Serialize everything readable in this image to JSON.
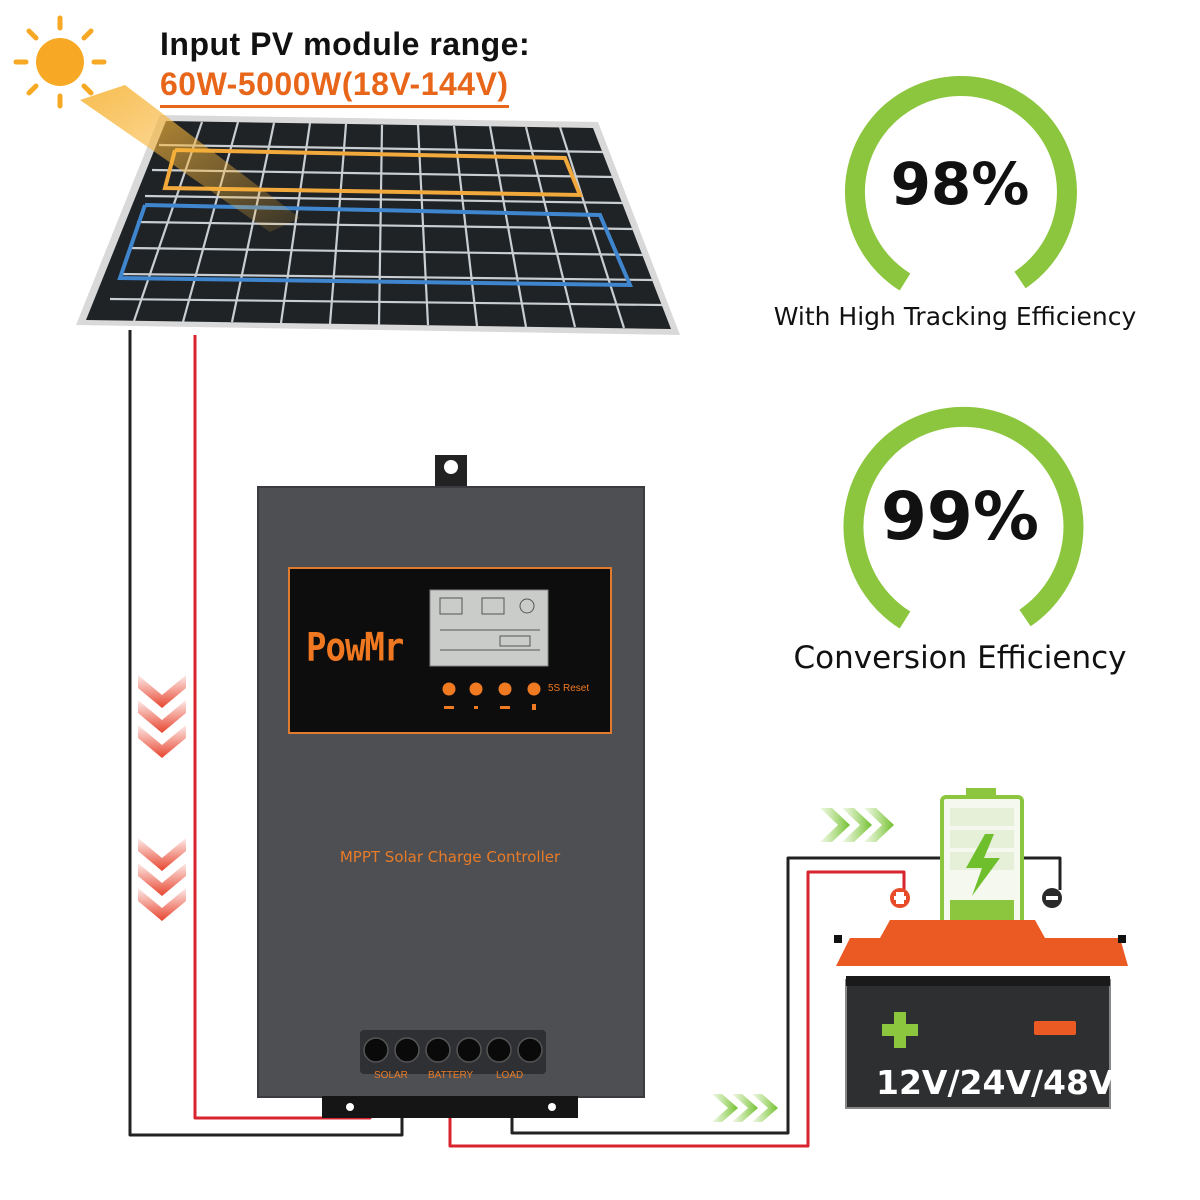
{
  "pv_input": {
    "title": "Input PV module range:",
    "range": "60W-5000W(18V-144V)"
  },
  "efficiency_badges": [
    {
      "value": "98%",
      "caption": "With High Tracking Efficiency"
    },
    {
      "value": "99%",
      "caption": "Conversion Efficiency"
    }
  ],
  "controller": {
    "brand": "PowMr",
    "name": "MPPT Solar Charge Controller",
    "reset_label": "5S Reset",
    "terminals": [
      "SOLAR",
      "BATTERY",
      "LOAD"
    ]
  },
  "battery": {
    "voltage_label": "12V/24V/48V"
  },
  "colors": {
    "accent_orange": "#f07820",
    "ring_green": "#8cc63f",
    "wire_red": "#d9232e",
    "battery_orange": "#ec5a24",
    "controller_gray": "#4d4f53"
  },
  "icons": [
    "sun-icon",
    "solar-panel",
    "battery-charge-icon",
    "flow-arrows-icon"
  ]
}
